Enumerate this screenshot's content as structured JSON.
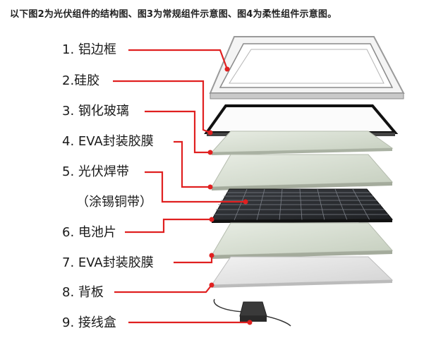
{
  "caption": "以下图2为光伏组件的结构图、图3为常规组件示意图、图4为柔性组件示意图。",
  "labels": [
    {
      "id": "frame",
      "text": "1. 铝边框"
    },
    {
      "id": "silicone",
      "text": "2.硅胶"
    },
    {
      "id": "glass",
      "text": "3. 钢化玻璃"
    },
    {
      "id": "eva-top",
      "text": "4. EVA封装胶膜"
    },
    {
      "id": "ribbon",
      "text": "5. 光伏焊带"
    },
    {
      "id": "ribbon-sub",
      "text": "（涂锡铜带）"
    },
    {
      "id": "cells",
      "text": "6. 电池片"
    },
    {
      "id": "eva-bottom",
      "text": "7. EVA封装胶膜"
    },
    {
      "id": "backsheet",
      "text": "8. 背板"
    },
    {
      "id": "junction-box",
      "text": "9. 接线盒"
    }
  ],
  "colors": {
    "leader": "#e02020",
    "frame": "#b9b9b9",
    "glass_edge": "#111111",
    "eva": "#d6ddd0",
    "cells": "#2b2d30",
    "backsheet": "#e6e6e6"
  }
}
